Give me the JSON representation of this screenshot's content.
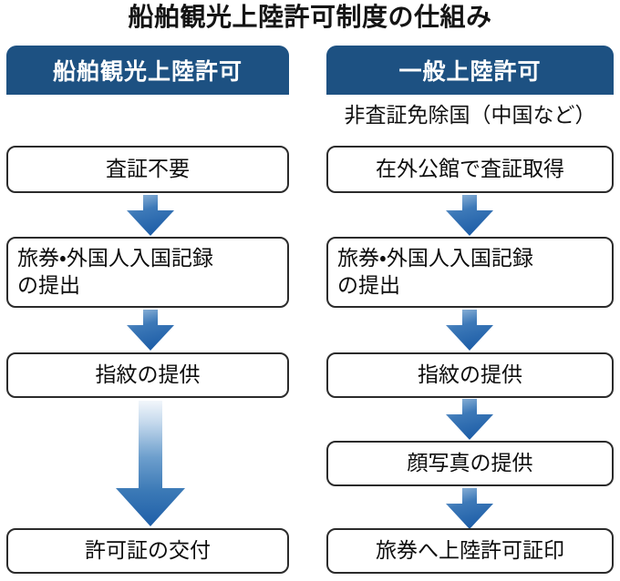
{
  "title": "船舶観光上陸許可制度の仕組み",
  "colors": {
    "header_blue": "#1d5182",
    "arrow_blue_dark": "#1f5fa8",
    "arrow_blue_light": "#7aa9d6",
    "box_border": "#2b2b2b",
    "background": "#ffffff",
    "text": "#0d0d0d"
  },
  "columns": [
    {
      "id": "vessel-tourism-landing-permit",
      "header": "船舶観光上陸許可",
      "subcaption": "",
      "steps": [
        "査証不要",
        "旅券・外国人入国記録\nの提出",
        "指紋の提供",
        "許可証の交付"
      ]
    },
    {
      "id": "general-landing-permit",
      "header": "一般上陸許可",
      "subcaption": "非査証免除国（中国など）",
      "steps": [
        "在外公館で査証取得",
        "旅券・外国人入国記録\nの提出",
        "指紋の提供",
        "顔写真の提供",
        "旅券へ上陸許可証印"
      ]
    }
  ],
  "arrows": {
    "short_label": "downward-flow-arrow",
    "long_label": "downward-flow-arrow-long"
  }
}
